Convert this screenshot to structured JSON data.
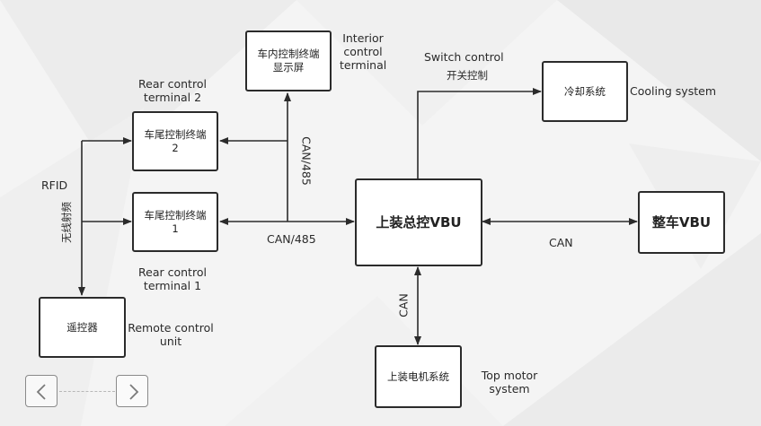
{
  "diagram": {
    "nodes": {
      "vbu_main": "上装总控VBU",
      "vbu_vehicle": "整车VBU",
      "interior_terminal": "车内控制终端\n显示屏",
      "rear_terminal_2": "车尾控制终端\n2",
      "rear_terminal_1": "车尾控制终端\n1",
      "remote": "遥控器",
      "cooling": "冷却系统",
      "top_motor": "上装电机系统"
    },
    "labels": {
      "interior_en": "Interior\ncontrol\nterminal",
      "rear2_en": "Rear control\nterminal 2",
      "rear1_en": "Rear control\nterminal 1",
      "remote_en": "Remote control\nunit",
      "cooling_en": "Cooling system",
      "top_motor_en": "Top motor\nsystem",
      "switch_control_en": "Switch control",
      "switch_control_cn": "开关控制",
      "rfid": "RFID",
      "wireless_rf": "无线射频",
      "can_485_horizontal": "CAN/485",
      "can_485_vertical": "CAN/485",
      "can_right": "CAN",
      "can_vertical": "CAN"
    }
  },
  "nav": {
    "prev_icon": "chevron-left-icon",
    "next_icon": "chevron-right-icon"
  }
}
